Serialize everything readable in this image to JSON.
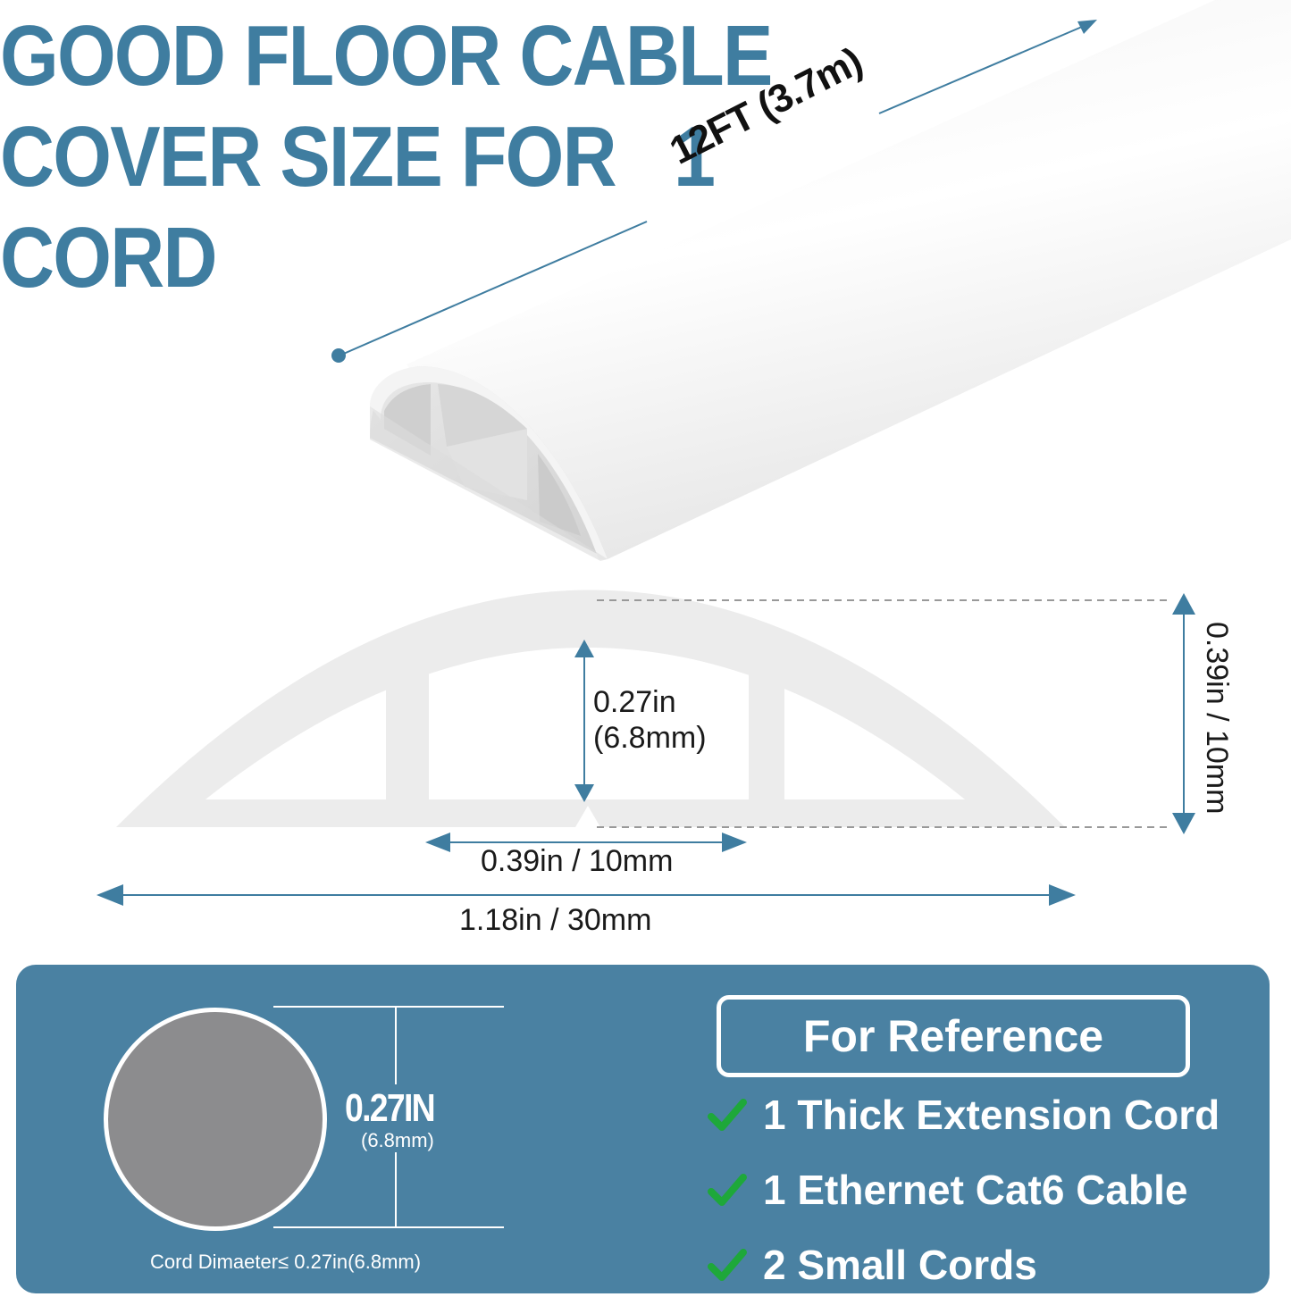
{
  "title": {
    "line1": "GOOD FLOOR CABLE",
    "line2": "COVER SIZE FOR   1",
    "line3": "CORD"
  },
  "length_label": "12FT (3.7m)",
  "dimensions": {
    "inner_height": "0.27in",
    "inner_height_mm": "(6.8mm)",
    "channel_width": "0.39in / 10mm",
    "total_width": "1.18in / 30mm",
    "total_height": "0.39in / 10mm"
  },
  "cord": {
    "diameter": "0.27IN",
    "diameter_mm": "(6.8mm)",
    "caption": "Cord Dimaeter≤ 0.27in(6.8mm)"
  },
  "reference": {
    "title": "For Reference",
    "items": [
      "1 Thick Extension Cord",
      "1 Ethernet Cat6 Cable",
      "2 Small Cords"
    ]
  },
  "colors": {
    "brand_blue": "#3f7da0",
    "panel_blue": "#4a81a2",
    "check_green": "#1ea83a",
    "cord_gray": "#8c8c8e"
  }
}
